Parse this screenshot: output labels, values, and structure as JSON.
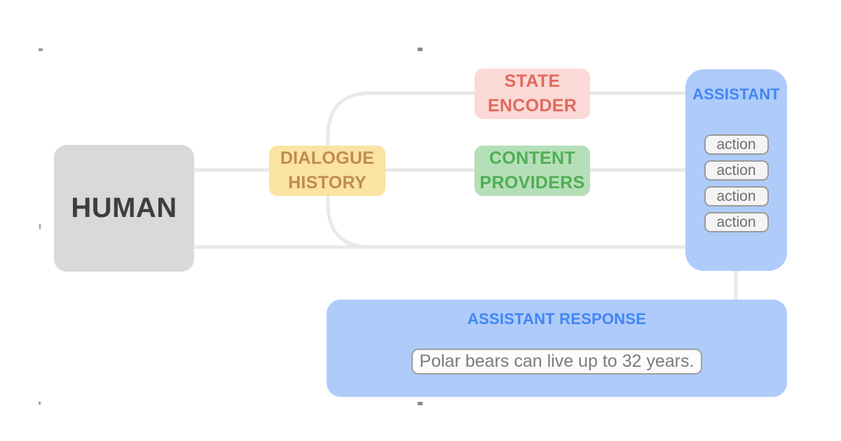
{
  "colors": {
    "human_box": "#d9d9d9",
    "human_text": "#3e3e3e",
    "dialogue_box": "#fae3a3",
    "dialogue_text": "#c08b52",
    "state_box": "#fbd9d6",
    "state_text": "#e0695e",
    "content_box": "#b5dfb8",
    "content_text": "#4fae53",
    "assistant_box": "#aecbfa",
    "assistant_text": "#4285f4",
    "connector_line": "#e9e9e9",
    "pill_bg": "#f4f4f4",
    "pill_border": "#9b9b9b",
    "pill_text": "#6f6f6f"
  },
  "nodes": {
    "human": {
      "label": "HUMAN"
    },
    "dialogue_history": {
      "label": "DIALOGUE HISTORY"
    },
    "state_encoder": {
      "label": "STATE ENCODER"
    },
    "content_providers": {
      "label": "CONTENT PROVIDERS"
    },
    "assistant": {
      "title": "ASSISTANT",
      "actions": [
        "action",
        "action",
        "action",
        "action"
      ]
    },
    "assistant_response": {
      "title": "ASSISTANT RESPONSE",
      "message": "Polar bears can live up to 32 years."
    }
  }
}
